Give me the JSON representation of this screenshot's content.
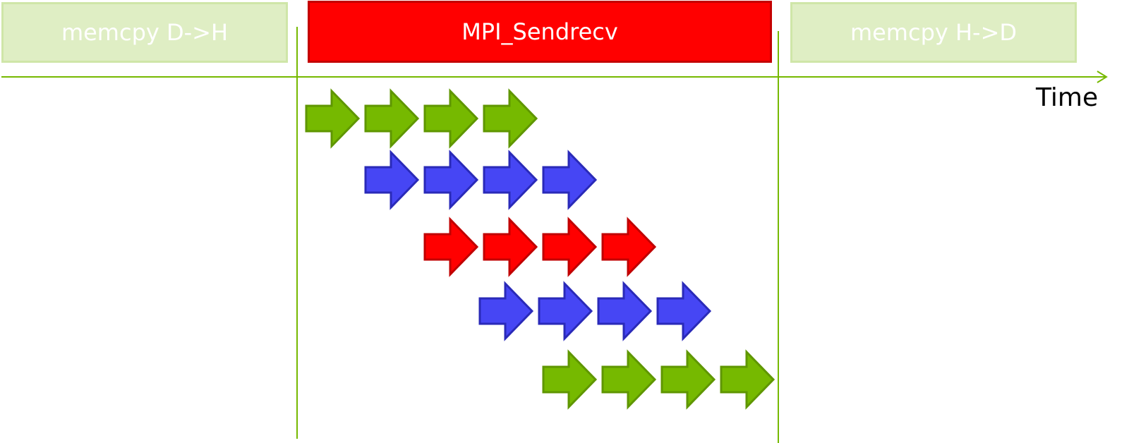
{
  "blocks": {
    "left": "memcpy D->H",
    "middle": "MPI_Sendrecv",
    "right": "memcpy H->D"
  },
  "axis": {
    "label": "Time"
  },
  "colors": {
    "axis": "#76b900",
    "green": "#76b900",
    "blue": "#4646f4",
    "red": "#ff0000",
    "memcpy_fill": "#dfeec4",
    "mpi_fill": "#ff0000"
  },
  "pipeline_rows": [
    {
      "color": "green",
      "count": 4
    },
    {
      "color": "blue",
      "count": 4
    },
    {
      "color": "red",
      "count": 4
    },
    {
      "color": "blue",
      "count": 4
    },
    {
      "color": "green",
      "count": 4
    }
  ]
}
